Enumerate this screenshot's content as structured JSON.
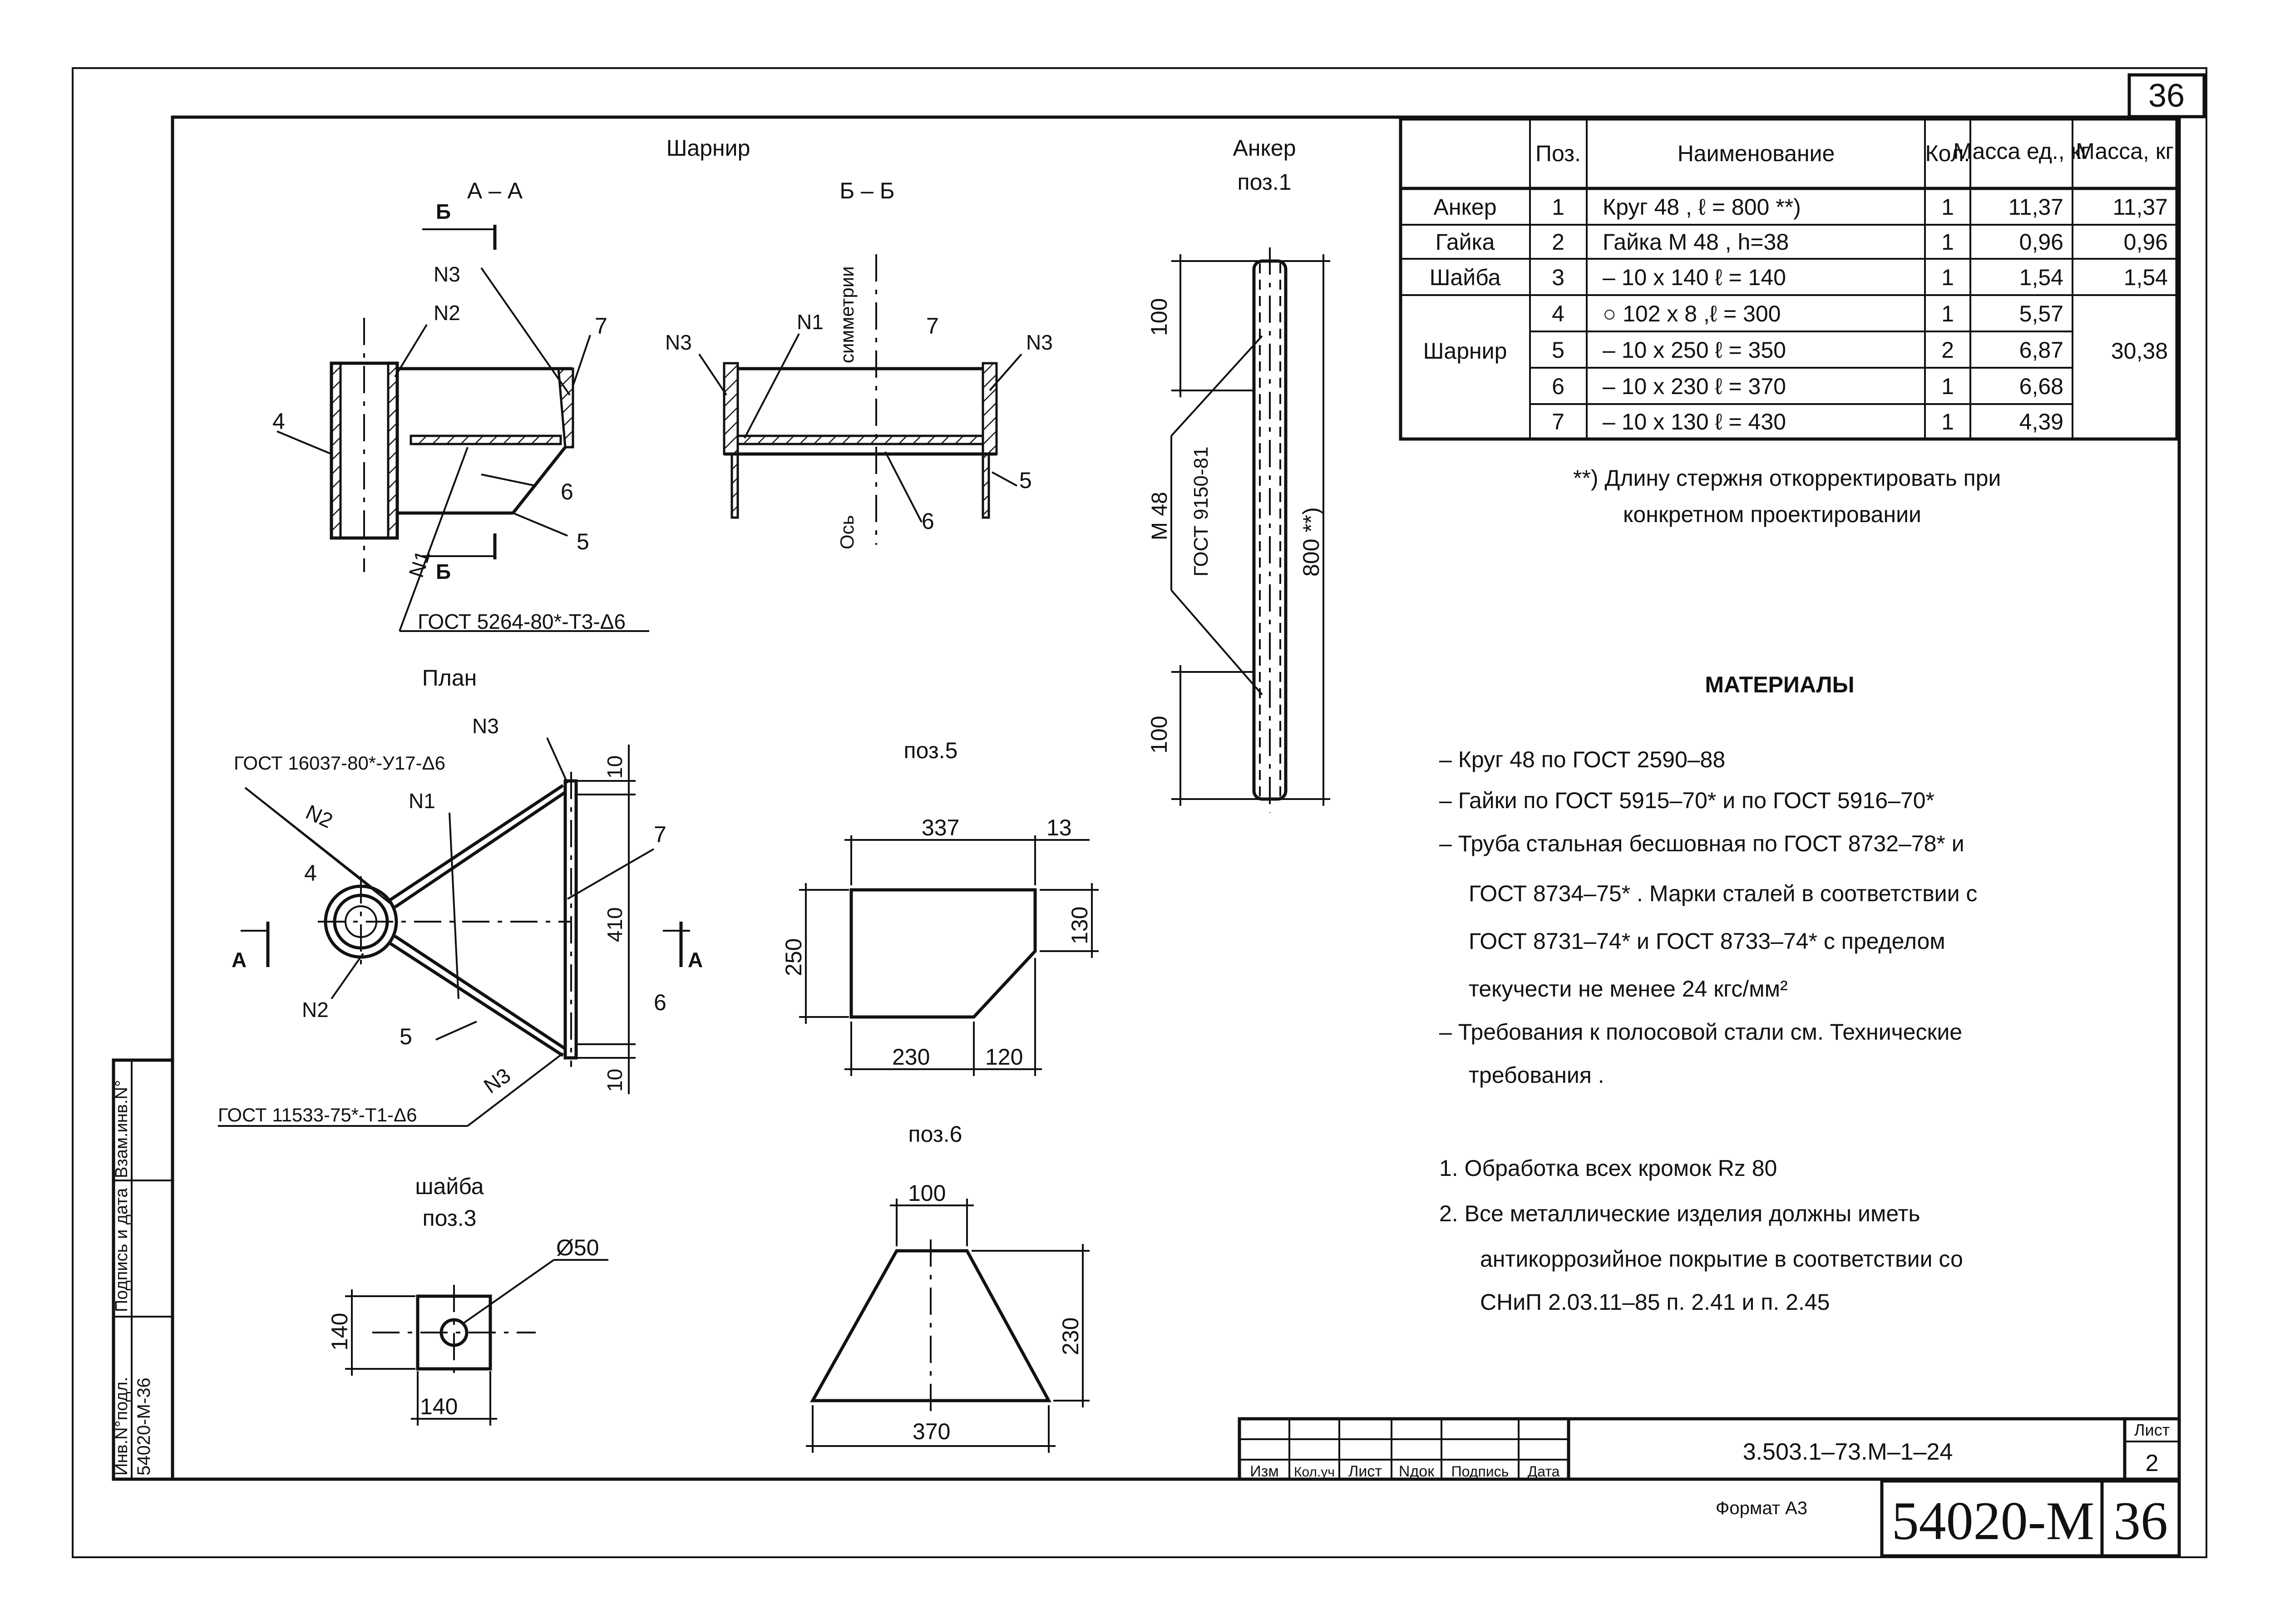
{
  "sheet_number_top": "36",
  "titles": {
    "sharnir": "Шарнир",
    "section_aa": "А – А",
    "section_bb": "Б – Б",
    "anchor": "Анкер",
    "anchor_pos": "поз.1",
    "plan": "План",
    "pos5": "поз.5",
    "pos6": "поз.6",
    "washer": "шайба",
    "washer_pos": "поз.3"
  },
  "labels": {
    "b": "Б",
    "a": "А",
    "n1": "N1",
    "n2": "N2",
    "n3": "N3",
    "p4": "4",
    "p5": "5",
    "p6": "6",
    "p7": "7",
    "sym": "симметрии",
    "os": "Ось",
    "gost_aa": "ГОСТ 5264-80*-Т3-Δ6",
    "gost_plan1": "ГОСТ 16037-80*-У17-Δ6",
    "gost_plan2": "ГОСТ 11533-75*-Т1-Δ6",
    "m48": "М 48",
    "gost_thread": "ГОСТ 9150-81",
    "d100a": "100",
    "d800": "800 **)",
    "d100b": "100",
    "d10a": "10",
    "d410": "410",
    "d10b": "10",
    "d337": "337",
    "d13": "13",
    "d250": "250",
    "d130": "130",
    "d230": "230",
    "d120": "120",
    "d100c": "100",
    "d230b": "230",
    "d370": "370",
    "d140a": "140",
    "d140b": "140",
    "d50": "Ø50"
  },
  "table": {
    "headers": [
      "Поз.",
      "Наименование",
      "Кол.",
      "Масса ед., кг",
      "Масса, кг"
    ],
    "rows": [
      {
        "group": "Анкер",
        "pos": "1",
        "name": "Круг 48 , ℓ = 800 **)",
        "qty": "1",
        "unit": "11,37",
        "total": "11,37"
      },
      {
        "group": "Гайка",
        "pos": "2",
        "name": "Гайка М 48 , h=38",
        "qty": "1",
        "unit": "0,96",
        "total": "0,96"
      },
      {
        "group": "Шайба",
        "pos": "3",
        "name": "– 10 x 140 ℓ = 140",
        "qty": "1",
        "unit": "1,54",
        "total": "1,54"
      },
      {
        "group": "Шарнир",
        "pos": "4",
        "name": "○ 102 x 8 ,ℓ = 300",
        "qty": "1",
        "unit": "5,57",
        "total": "30,38"
      },
      {
        "group": "",
        "pos": "5",
        "name": "– 10 x 250 ℓ = 350",
        "qty": "2",
        "unit": "6,87",
        "total": ""
      },
      {
        "group": "",
        "pos": "6",
        "name": "– 10 x 230 ℓ = 370",
        "qty": "1",
        "unit": "6,68",
        "total": ""
      },
      {
        "group": "",
        "pos": "7",
        "name": "– 10 x 130 ℓ = 430",
        "qty": "1",
        "unit": "4,39",
        "total": ""
      }
    ]
  },
  "footnote": {
    "line1": "**) Длину стержня откорректировать при",
    "line2": "конкретном проектировании"
  },
  "materials": {
    "title": "МАТЕРИАЛЫ",
    "items": [
      "– Круг 48 по ГОСТ 2590–88",
      "– Гайки по ГОСТ 5915–70* и по ГОСТ 5916–70*",
      "– Труба стальная бесшовная по ГОСТ 8732–78* и",
      "ГОСТ 8734–75* . Марки сталей в соответствии с",
      "ГОСТ 8731–74* и ГОСТ 8733–74* с пределом",
      "текучести не менее 24 кгс/мм²",
      "– Требования к полосовой стали см. Технические",
      "требования ."
    ],
    "notes": [
      "1. Обработка всех кромок Rz 80",
      "2. Все металлические изделия должны иметь",
      "антикоррозийное покрытие в соответствии со",
      "СНиП 2.03.11–85 п. 2.41 и п. 2.45"
    ]
  },
  "stamp": {
    "cols": [
      "Изм",
      "Кол.уч",
      "Лист",
      "Nдок",
      "Подпись",
      "Дата"
    ],
    "code": "3.503.1–73.М–1–24",
    "sheet_label": "Лист",
    "sheet": "2",
    "format": "Формат А3",
    "inv": "54020-М",
    "page": "36"
  },
  "side_stamp": {
    "inv_label": "Инв.N°подл.",
    "inv_value": "54020-М-36",
    "sign_label": "Подпись и дата",
    "vzam_label": "Взам.инв.N°"
  }
}
